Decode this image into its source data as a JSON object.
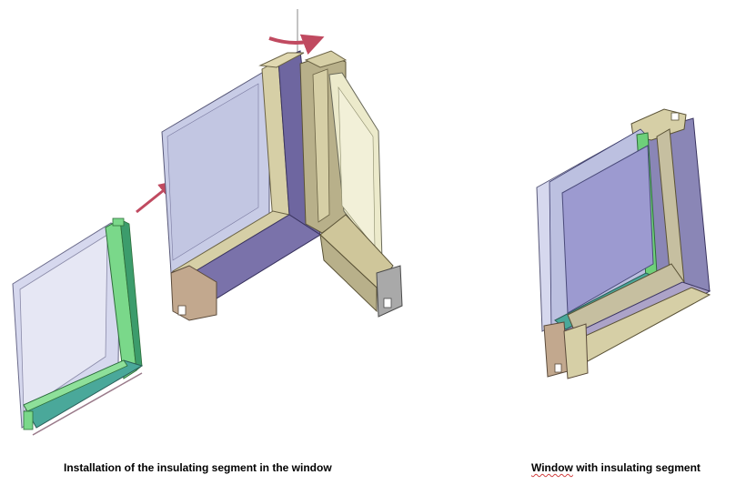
{
  "captions": {
    "installation_prefix": "Installation of the insulating segment in the window",
    "result_first_word": "Window",
    "result_rest": " with insulating segment"
  },
  "colors": {
    "background": "#ffffff",
    "glass": "#c8cce6",
    "frame_face": "#6e66a0",
    "wood_light": "#d6cfa6",
    "wood_mid": "#b8b08a",
    "wood_end": "#c2a88e",
    "insulating_green": "#6ed07a",
    "insulating_teal": "#4aa89a",
    "arrow": "#c04a60"
  },
  "icons": {
    "move_arrow": "arrow-right-icon",
    "rotate_arrow": "curved-arrow-icon",
    "spell_error": "wavy-underline"
  }
}
